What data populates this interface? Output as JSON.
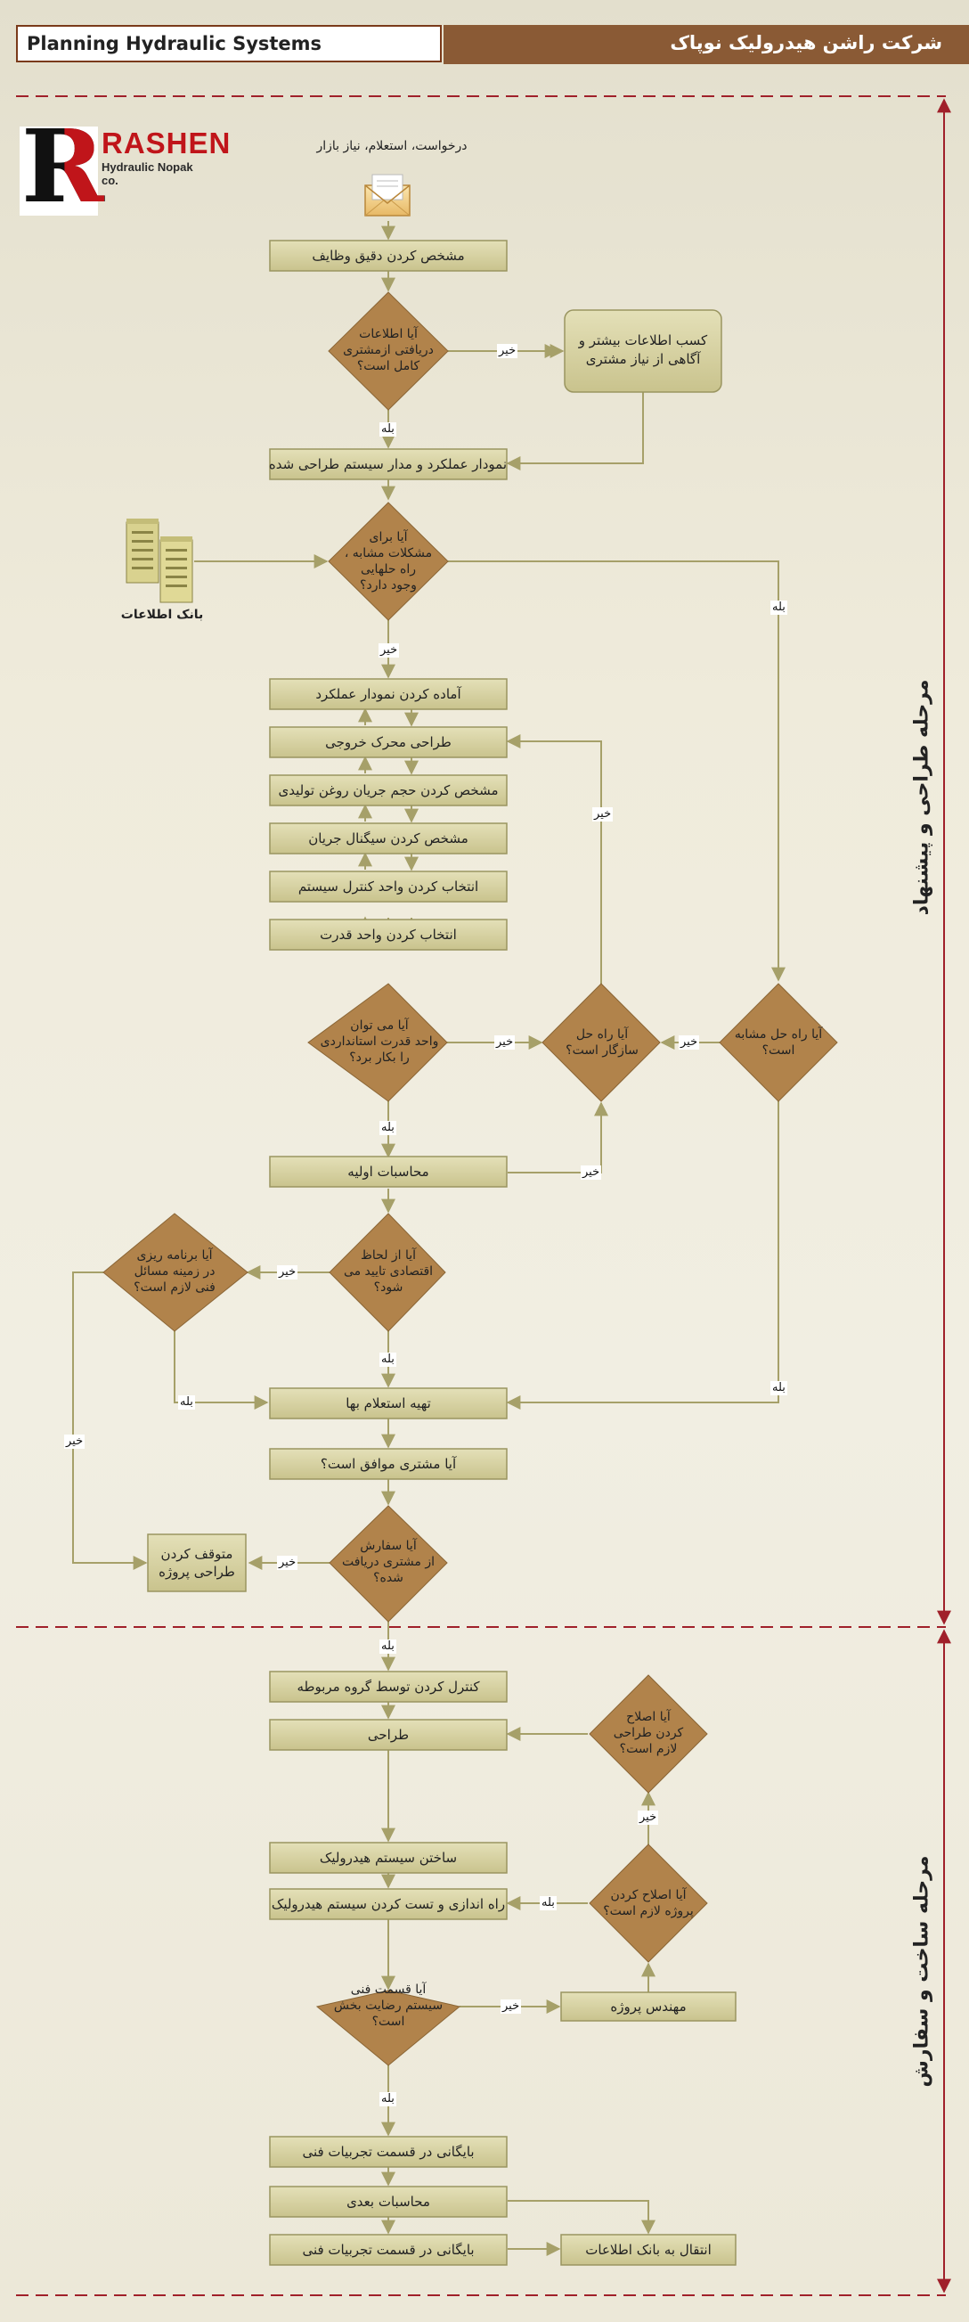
{
  "header": {
    "title_en": "Planning Hydraulic Systems",
    "title_fa": "شرکت راشن هیدرولیک نوپاک"
  },
  "logo": {
    "letter": "R",
    "name": "RASHEN",
    "sub": "Hydraulic Nopak co."
  },
  "sections": {
    "design": "مرحله طراحی و پیشنهاد",
    "build": "مرحله ساخت و سفارش"
  },
  "start": {
    "label": "درخواست، استعلام، نیاز بازار",
    "icon": "envelope-icon"
  },
  "database": {
    "label": "بانک اطلاعات",
    "icon": "database-building-icon"
  },
  "boxes": {
    "b1": "مشخص کردن دقیق وظایف",
    "b2": "کسب اطلاعات بیشتر و\nآگاهی از نیاز مشتری",
    "b3": "نمودار عملکرد  و مدار سیستم طراحی شده",
    "b4": "آماده کردن نمودار عملکرد",
    "b5": "طراحی محرک خروجی",
    "b6": "مشخص کردن حجم جریان روغن تولیدی",
    "b7": "مشخص کردن سیگنال جریان",
    "b8": "انتخاب کردن واحد کنترل سیستم",
    "b9": "انتخاب کردن واحد قدرت",
    "b10": "محاسبات اولیه",
    "b11": "تهیه استعلام بها",
    "b12": "آیا مشتری موافق است؟",
    "b13": "متوقف کردن\nطراحی پروژه",
    "b14": "کنترل کردن توسط گروه مربوطه",
    "b15": "طراحی",
    "b16": "ساختن سیستم هیدرولیک",
    "b17": "راه اندازی و تست کردن سیستم هیدرولیک",
    "b18": "مهندس پروژه",
    "b19": "بایگانی در قسمت تجربیات فنی",
    "b20": "محاسبات بعدی",
    "b21": "بایگانی در قسمت تجربیات فنی",
    "b22": "انتقال به بانک اطلاعات"
  },
  "diamonds": {
    "d1": "آیا اطلاعات\nدریافتی ازمشتری\nکامل است؟",
    "d2": "آیا برای\nمشکلات مشابه ،\nراه حلهایی\nوجود دارد؟",
    "d3": "آیا می توان\nواحد قدرت استانداردی\nرا بکار برد؟",
    "d4": "آیا راه حل\nسازگار است؟",
    "d5": "آیا راه حل مشابه\nاست؟",
    "d6": "آیا از لحاظ\nاقتصادی تایید می\nشود؟",
    "d7": "آیا برنامه ریزی\nدر زمینه مسائل\nفنی لازم است؟",
    "d8": "آیا سفارش\nاز مشتری دریافت\nشده؟",
    "d9": "آیا اصلاح\nکردن طراحی\nلازم است؟",
    "d10": "آیا اصلاح کردن\nپروژه لازم است؟",
    "d11": "آیا قسمت فنی\nسیستم رضایت بخش\nاست؟"
  },
  "answers": {
    "yes": "بله",
    "no": "خیر"
  },
  "colors": {
    "header_bar": "#8a5a35",
    "box_fill": "#d4cfa0",
    "box_border": "#9a9560",
    "diamond_fill": "#b1834b",
    "connector": "#a6a069",
    "divider": "#a0202a",
    "logo_red": "#c0151a"
  }
}
